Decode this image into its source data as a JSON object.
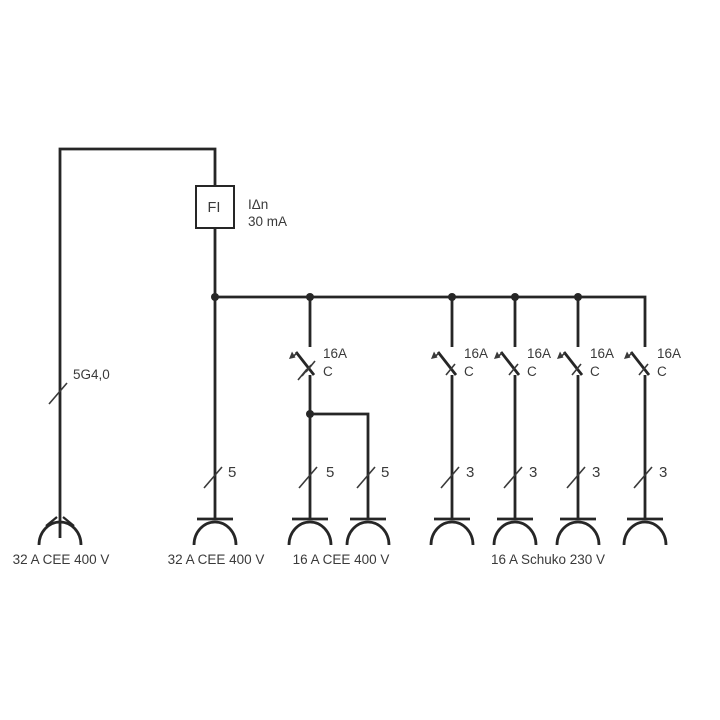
{
  "colors": {
    "background": "#ffffff",
    "line": "#262626",
    "text": "#3a3a3a"
  },
  "rcd": {
    "label": "FI",
    "param": "IΔn",
    "value": "30 mA"
  },
  "supply": {
    "cable": "5G4,0",
    "label": "32 A CEE 400 V"
  },
  "breakers": [
    {
      "rating": "16A",
      "curve": "C",
      "poles": "3"
    },
    {
      "rating": "16A",
      "curve": "C",
      "poles": "1"
    },
    {
      "rating": "16A",
      "curve": "C",
      "poles": "1"
    },
    {
      "rating": "16A",
      "curve": "C",
      "poles": "1"
    },
    {
      "rating": "16A",
      "curve": "C",
      "poles": "1"
    }
  ],
  "cable_marks": [
    {
      "cores": "5"
    },
    {
      "cores": "5"
    },
    {
      "cores": "5"
    },
    {
      "cores": "3"
    },
    {
      "cores": "3"
    },
    {
      "cores": "3"
    },
    {
      "cores": "3"
    }
  ],
  "outlet_groups": [
    {
      "label": "32 A CEE 400 V"
    },
    {
      "label": "16 A CEE 400 V"
    },
    {
      "label": "16 A Schuko 230 V"
    }
  ]
}
